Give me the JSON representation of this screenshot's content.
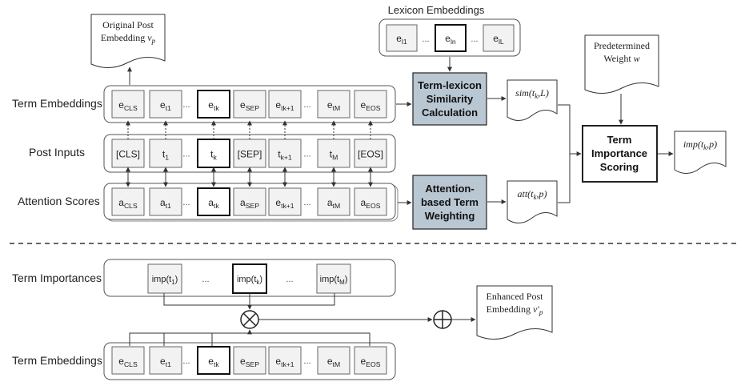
{
  "top": {
    "lexicon": {
      "title": "Lexicon Embeddings",
      "items": [
        {
          "base": "e",
          "sub": "l1"
        },
        {
          "base": "e",
          "sub": "ln"
        },
        {
          "base": "e",
          "sub": "lL"
        }
      ],
      "ellipsis": "..."
    },
    "original_doc": {
      "line1": "Original Post",
      "line2": "Embedding ",
      "var": "v",
      "var_sub": "p"
    },
    "weight_doc": {
      "line1": "Predetermined",
      "line2": "Weight ",
      "var": "w"
    },
    "rows": {
      "term_embeddings": {
        "label": "Term Embeddings",
        "cells": [
          {
            "base": "e",
            "sub": "CLS"
          },
          {
            "base": "e",
            "sub": "t1"
          },
          {
            "base": "e",
            "sub": "tk"
          },
          {
            "base": "e",
            "sub": "SEP"
          },
          {
            "base": "e",
            "sub": "tk+1"
          },
          {
            "base": "e",
            "sub": "tM"
          },
          {
            "base": "e",
            "sub": "EOS"
          }
        ]
      },
      "post_inputs": {
        "label": "Post Inputs",
        "cells": [
          {
            "base": "[CLS]",
            "sub": ""
          },
          {
            "base": "t",
            "sub": "1"
          },
          {
            "base": "t",
            "sub": "k"
          },
          {
            "base": "[SEP]",
            "sub": ""
          },
          {
            "base": "t",
            "sub": "k+1"
          },
          {
            "base": "t",
            "sub": "M"
          },
          {
            "base": "[EOS]",
            "sub": ""
          }
        ]
      },
      "attention_scores": {
        "label": "Attention Scores",
        "cells": [
          {
            "base": "a",
            "sub": "CLS"
          },
          {
            "base": "a",
            "sub": "t1"
          },
          {
            "base": "a",
            "sub": "tk"
          },
          {
            "base": "a",
            "sub": "SEP"
          },
          {
            "base": "e",
            "sub": "tk+1"
          },
          {
            "base": "a",
            "sub": "tM"
          },
          {
            "base": "a",
            "sub": "EOS"
          }
        ]
      }
    },
    "ellipsis": "...",
    "process_sim": [
      "Term-lexicon",
      "Similarity",
      "Calculation"
    ],
    "process_att": [
      "Attention-",
      "based Term",
      "Weighting"
    ],
    "process_score": [
      "Term",
      "Importance",
      "Scoring"
    ],
    "sim_doc": {
      "text": "sim(t",
      "sub": "k",
      "rest": ",L)"
    },
    "att_doc": {
      "text": "att(t",
      "sub": "k",
      "rest": ",p)"
    },
    "imp_doc": {
      "text": "imp(t",
      "sub": "k",
      "rest": ",p)"
    }
  },
  "bottom": {
    "importances": {
      "label": "Term Importances",
      "cells": [
        {
          "text": "imp(t",
          "sub": "1",
          "rest": ")"
        },
        {
          "text": "imp(t",
          "sub": "k",
          "rest": ")"
        },
        {
          "text": "imp(t",
          "sub": "M",
          "rest": ")"
        }
      ]
    },
    "embeddings": {
      "label": "Term Embeddings",
      "cells": [
        {
          "base": "e",
          "sub": "CLS"
        },
        {
          "base": "e",
          "sub": "t1"
        },
        {
          "base": "e",
          "sub": "tk"
        },
        {
          "base": "e",
          "sub": "SEP"
        },
        {
          "base": "e",
          "sub": "tk+1"
        },
        {
          "base": "e",
          "sub": "tM"
        },
        {
          "base": "e",
          "sub": "EOS"
        }
      ]
    },
    "enhanced_doc": {
      "line1": "Enhanced Post",
      "line2": "Embedding ",
      "var": "v'",
      "var_sub": "p"
    },
    "ellipsis": "..."
  },
  "colors": {
    "process_fill": "#b9c7d3",
    "cell_fill": "#f2f2f2",
    "line": "#333333",
    "row_border": "#555555"
  }
}
